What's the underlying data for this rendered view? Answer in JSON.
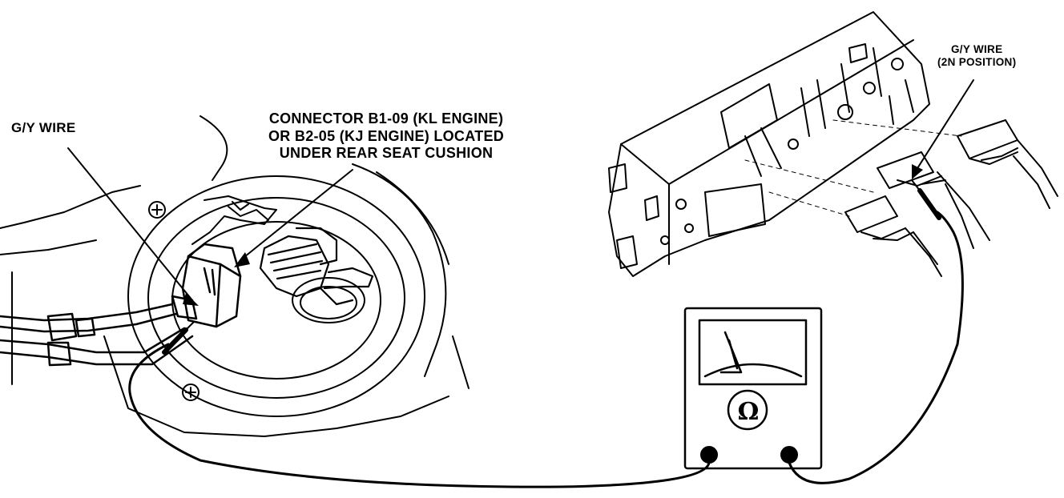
{
  "labels": {
    "gy_wire_left": "G/Y WIRE",
    "connector_line1": "CONNECTOR B1-09 (KL ENGINE)",
    "connector_line2": "OR B2-05 (KJ ENGINE) LOCATED",
    "connector_line3": "UNDER REAR SEAT CUSHION",
    "gy_wire_right_line1": "G/Y WIRE",
    "gy_wire_right_line2": "(2N POSITION)"
  },
  "meter": {
    "symbol": "Ω"
  },
  "colors": {
    "ink": "#000000",
    "paper": "#ffffff"
  }
}
